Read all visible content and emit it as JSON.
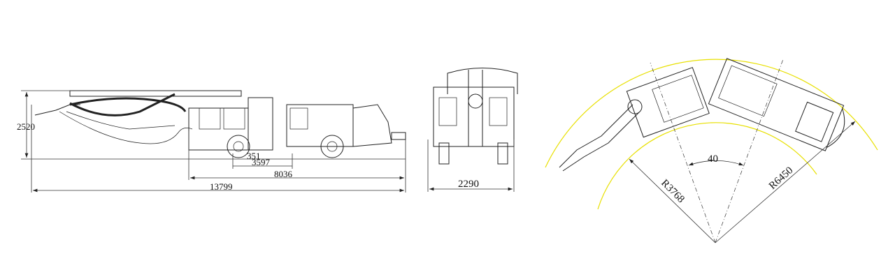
{
  "side_view": {
    "height_dim": "2520",
    "front_overhang_dim": "351",
    "wheelbase_dim": "3597",
    "body_length_dim": "8036",
    "total_length_dim": "13799"
  },
  "front_view": {
    "width_dim": "2290"
  },
  "top_view": {
    "angle_dim": "40",
    "inner_radius_dim": "R3768",
    "outer_radius_dim": "R6450",
    "arc_color": "#e8e000"
  }
}
